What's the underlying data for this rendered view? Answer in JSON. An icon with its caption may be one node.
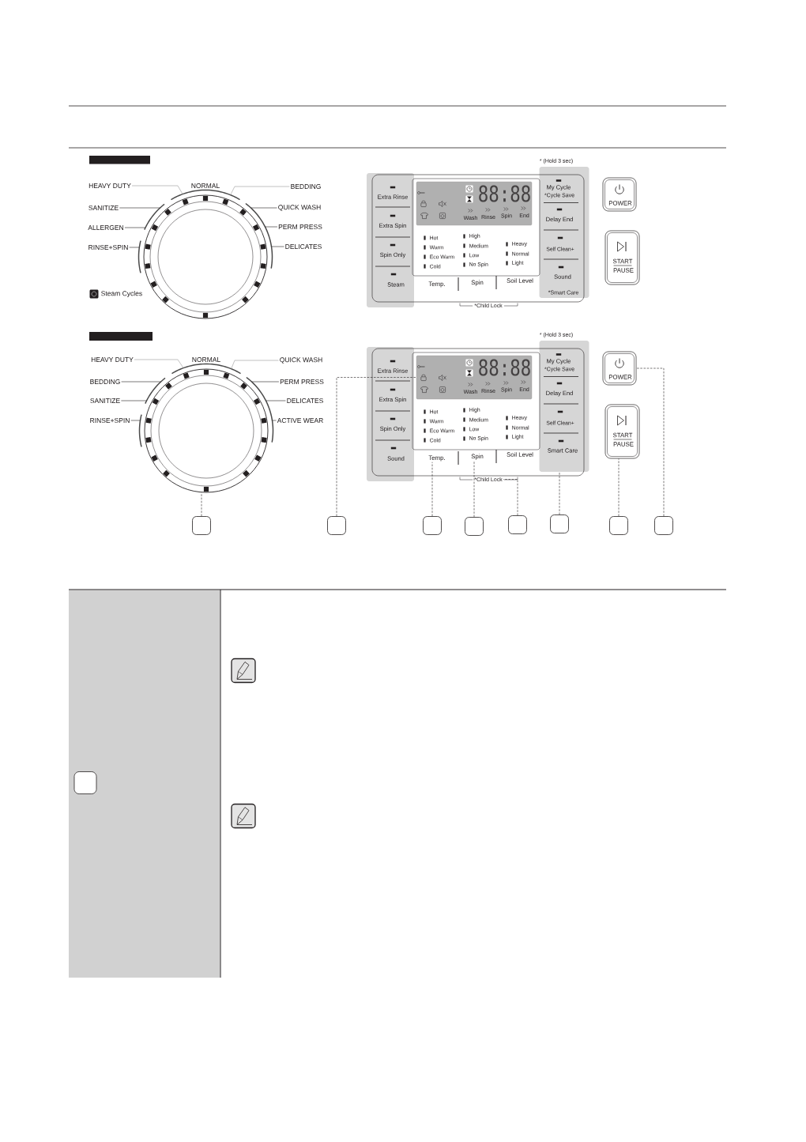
{
  "diagram": {
    "nodes": [
      {
        "text": [
          "HEAVY DUTY"
        ]
      },
      {
        "text": [
          "BEDDING"
        ]
      },
      {
        "text": [
          "SANITIZE"
        ]
      },
      {
        "text": [
          "QUICK WASH"
        ]
      },
      {
        "text": [
          "ALLERGEN"
        ]
      },
      {
        "text": [
          "PERM PRESS"
        ]
      },
      {
        "text": [
          "RINSE+SPIN"
        ]
      },
      {
        "text": [
          "DELICATES"
        ]
      },
      {
        "text": [],
        "shape": "circle"
      },
      {
        "text": [
          "Extra Rinse",
          "Extra Spin",
          "Spin Only",
          "Steam"
        ]
      },
      {
        "text": [
          "Temp.",
          "Spin",
          "Soil Level"
        ]
      },
      {
        "text": [
          "Hot",
          "Warm",
          "Eco Warm",
          "Cold",
          "High",
          "Medium",
          "Low",
          "No Spin",
          "Heavy",
          "Normal",
          "Light"
        ],
        "in": 10
      },
      {
        "text": [
          "88:88",
          "Wash",
          "Rinse",
          "Spin",
          "End"
        ],
        "in": 11
      },
      {
        "text": [
          "My Cycle",
          "*Cycle Save",
          "Delay End",
          "Self Clean+",
          "Sound",
          "*Smart Care"
        ],
        "beside": [
          "* (Hold 3 sec)"
        ]
      },
      {
        "text": [
          "POWER"
        ]
      },
      {
        "text": [
          "START",
          "PAUSE"
        ]
      },
      {
        "text": [
          "HEAVY DUTY"
        ]
      },
      {
        "text": [
          "QUICK WASH"
        ]
      },
      {
        "text": [
          "BEDDING"
        ]
      },
      {
        "text": [
          "PERM PRESS"
        ]
      },
      {
        "text": [
          "SANITIZE"
        ]
      },
      {
        "text": [
          "DELICATES"
        ]
      },
      {
        "text": [
          "RINSE+SPIN"
        ]
      },
      {
        "text": [
          "ACTIVE WEAR"
        ]
      },
      {
        "text": [],
        "shape": "circle"
      },
      {
        "text": [
          "Extra Rinse",
          "Extra Spin",
          "Spin Only",
          "Sound"
        ]
      },
      {
        "text": [
          "Soil Level"
        ]
      },
      {
        "text": [
          "Hot",
          "Warm",
          "Eco Warm",
          "Cold",
          "High",
          "Medium",
          "Low",
          "No Spin",
          "Heavy",
          "Normal",
          "Light"
        ],
        "in": 26
      },
      {
        "text": [
          "88:88",
          "Wash",
          "Rinse",
          "Spin",
          "End"
        ],
        "in": 27
      },
      {
        "text": [
          "Temp."
        ],
        "in": 26
      },
      {
        "text": [
          "Spin"
        ],
        "in": 26
      },
      {
        "text": [
          "My Cycle",
          "*Cycle Save",
          "Delay End",
          "Self Clean+",
          "Smart Care"
        ],
        "beside": [
          "* (Hold 3 sec)"
        ]
      },
      {
        "text": [
          "POWER"
        ]
      },
      {
        "text": [
          "START",
          "PAUSE"
        ]
      },
      {
        "text": [
          "*Child Lock"
        ]
      },
      {
        "text": [],
        "shape": "box"
      },
      {
        "text": [],
        "shape": "box"
      },
      {
        "text": [],
        "shape": "box"
      },
      {
        "text": [],
        "shape": "box"
      },
      {
        "text": [],
        "shape": "box"
      },
      {
        "text": [],
        "shape": "box"
      },
      {
        "text": [],
        "shape": "box"
      },
      {
        "text": [],
        "shape": "box"
      },
      {
        "text": [],
        "shape": "box"
      }
    ],
    "edges": [
      {
        "from": 0,
        "to": 8,
        "arrow": "none",
        "color": "#999999"
      },
      {
        "from": 1,
        "to": 8,
        "arrow": "none",
        "color": "#999999"
      },
      {
        "from": 2,
        "to": 8,
        "arrow": "none"
      },
      {
        "from": 3,
        "to": 8,
        "arrow": "none"
      },
      {
        "from": 4,
        "to": 8,
        "arrow": "none"
      },
      {
        "from": 5,
        "to": 8,
        "arrow": "none"
      },
      {
        "from": 6,
        "to": 8,
        "arrow": "none"
      },
      {
        "from": 7,
        "to": 8,
        "arrow": "none"
      },
      {
        "from": 16,
        "to": 24,
        "arrow": "none",
        "color": "#999999"
      },
      {
        "from": 17,
        "to": 24,
        "arrow": "none",
        "color": "#999999"
      },
      {
        "from": 18,
        "to": 24,
        "arrow": "none"
      },
      {
        "from": 19,
        "to": 24,
        "arrow": "none"
      },
      {
        "from": 20,
        "to": 24,
        "arrow": "none"
      },
      {
        "from": 21,
        "to": 24,
        "arrow": "none"
      },
      {
        "from": 22,
        "to": 24,
        "arrow": "none"
      },
      {
        "from": 23,
        "to": 24,
        "arrow": "none"
      },
      {
        "from": 35,
        "to": 24,
        "arrow": "none",
        "style": "dashed"
      },
      {
        "from": 36,
        "to": 28,
        "arrow": "none",
        "style": "dashed"
      },
      {
        "from": 37,
        "to": 29,
        "arrow": "none",
        "style": "dashed"
      },
      {
        "from": 38,
        "to": 30,
        "arrow": "none",
        "style": "dashed"
      },
      {
        "from": 39,
        "to": 34,
        "arrow": "none",
        "style": "dashed"
      },
      {
        "from": 40,
        "to": 31,
        "arrow": "none",
        "style": "dashed"
      },
      {
        "from": 41,
        "to": 33,
        "arrow": "none",
        "style": "dashed"
      },
      {
        "from": 42,
        "to": 32,
        "arrow": "none",
        "style": "dashed"
      }
    ],
    "labels": [
      "NORMAL",
      "*Child Lock",
      "NORMAL"
    ],
    "legend": [
      {
        "text": "Steam Cycles"
      }
    ]
  }
}
